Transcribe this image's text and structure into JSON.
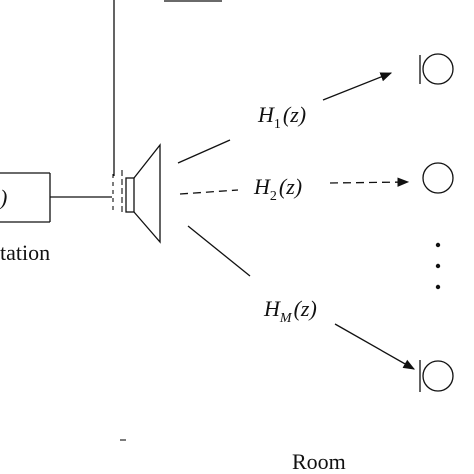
{
  "left_label_fragment": "tation",
  "left_box_fragment": ")",
  "room_label": "Room",
  "transfer_functions": [
    {
      "letter": "H",
      "subscript": "1",
      "arg": "(z)",
      "style": "solid"
    },
    {
      "letter": "H",
      "subscript": "2",
      "arg": "(z)",
      "style": "dashed"
    },
    {
      "letter": "H",
      "subscript": "M",
      "arg": "(z)",
      "style": "solid"
    }
  ],
  "ellipsis": "⋮",
  "colors": {
    "ink": "#111111",
    "background": "#ffffff"
  }
}
